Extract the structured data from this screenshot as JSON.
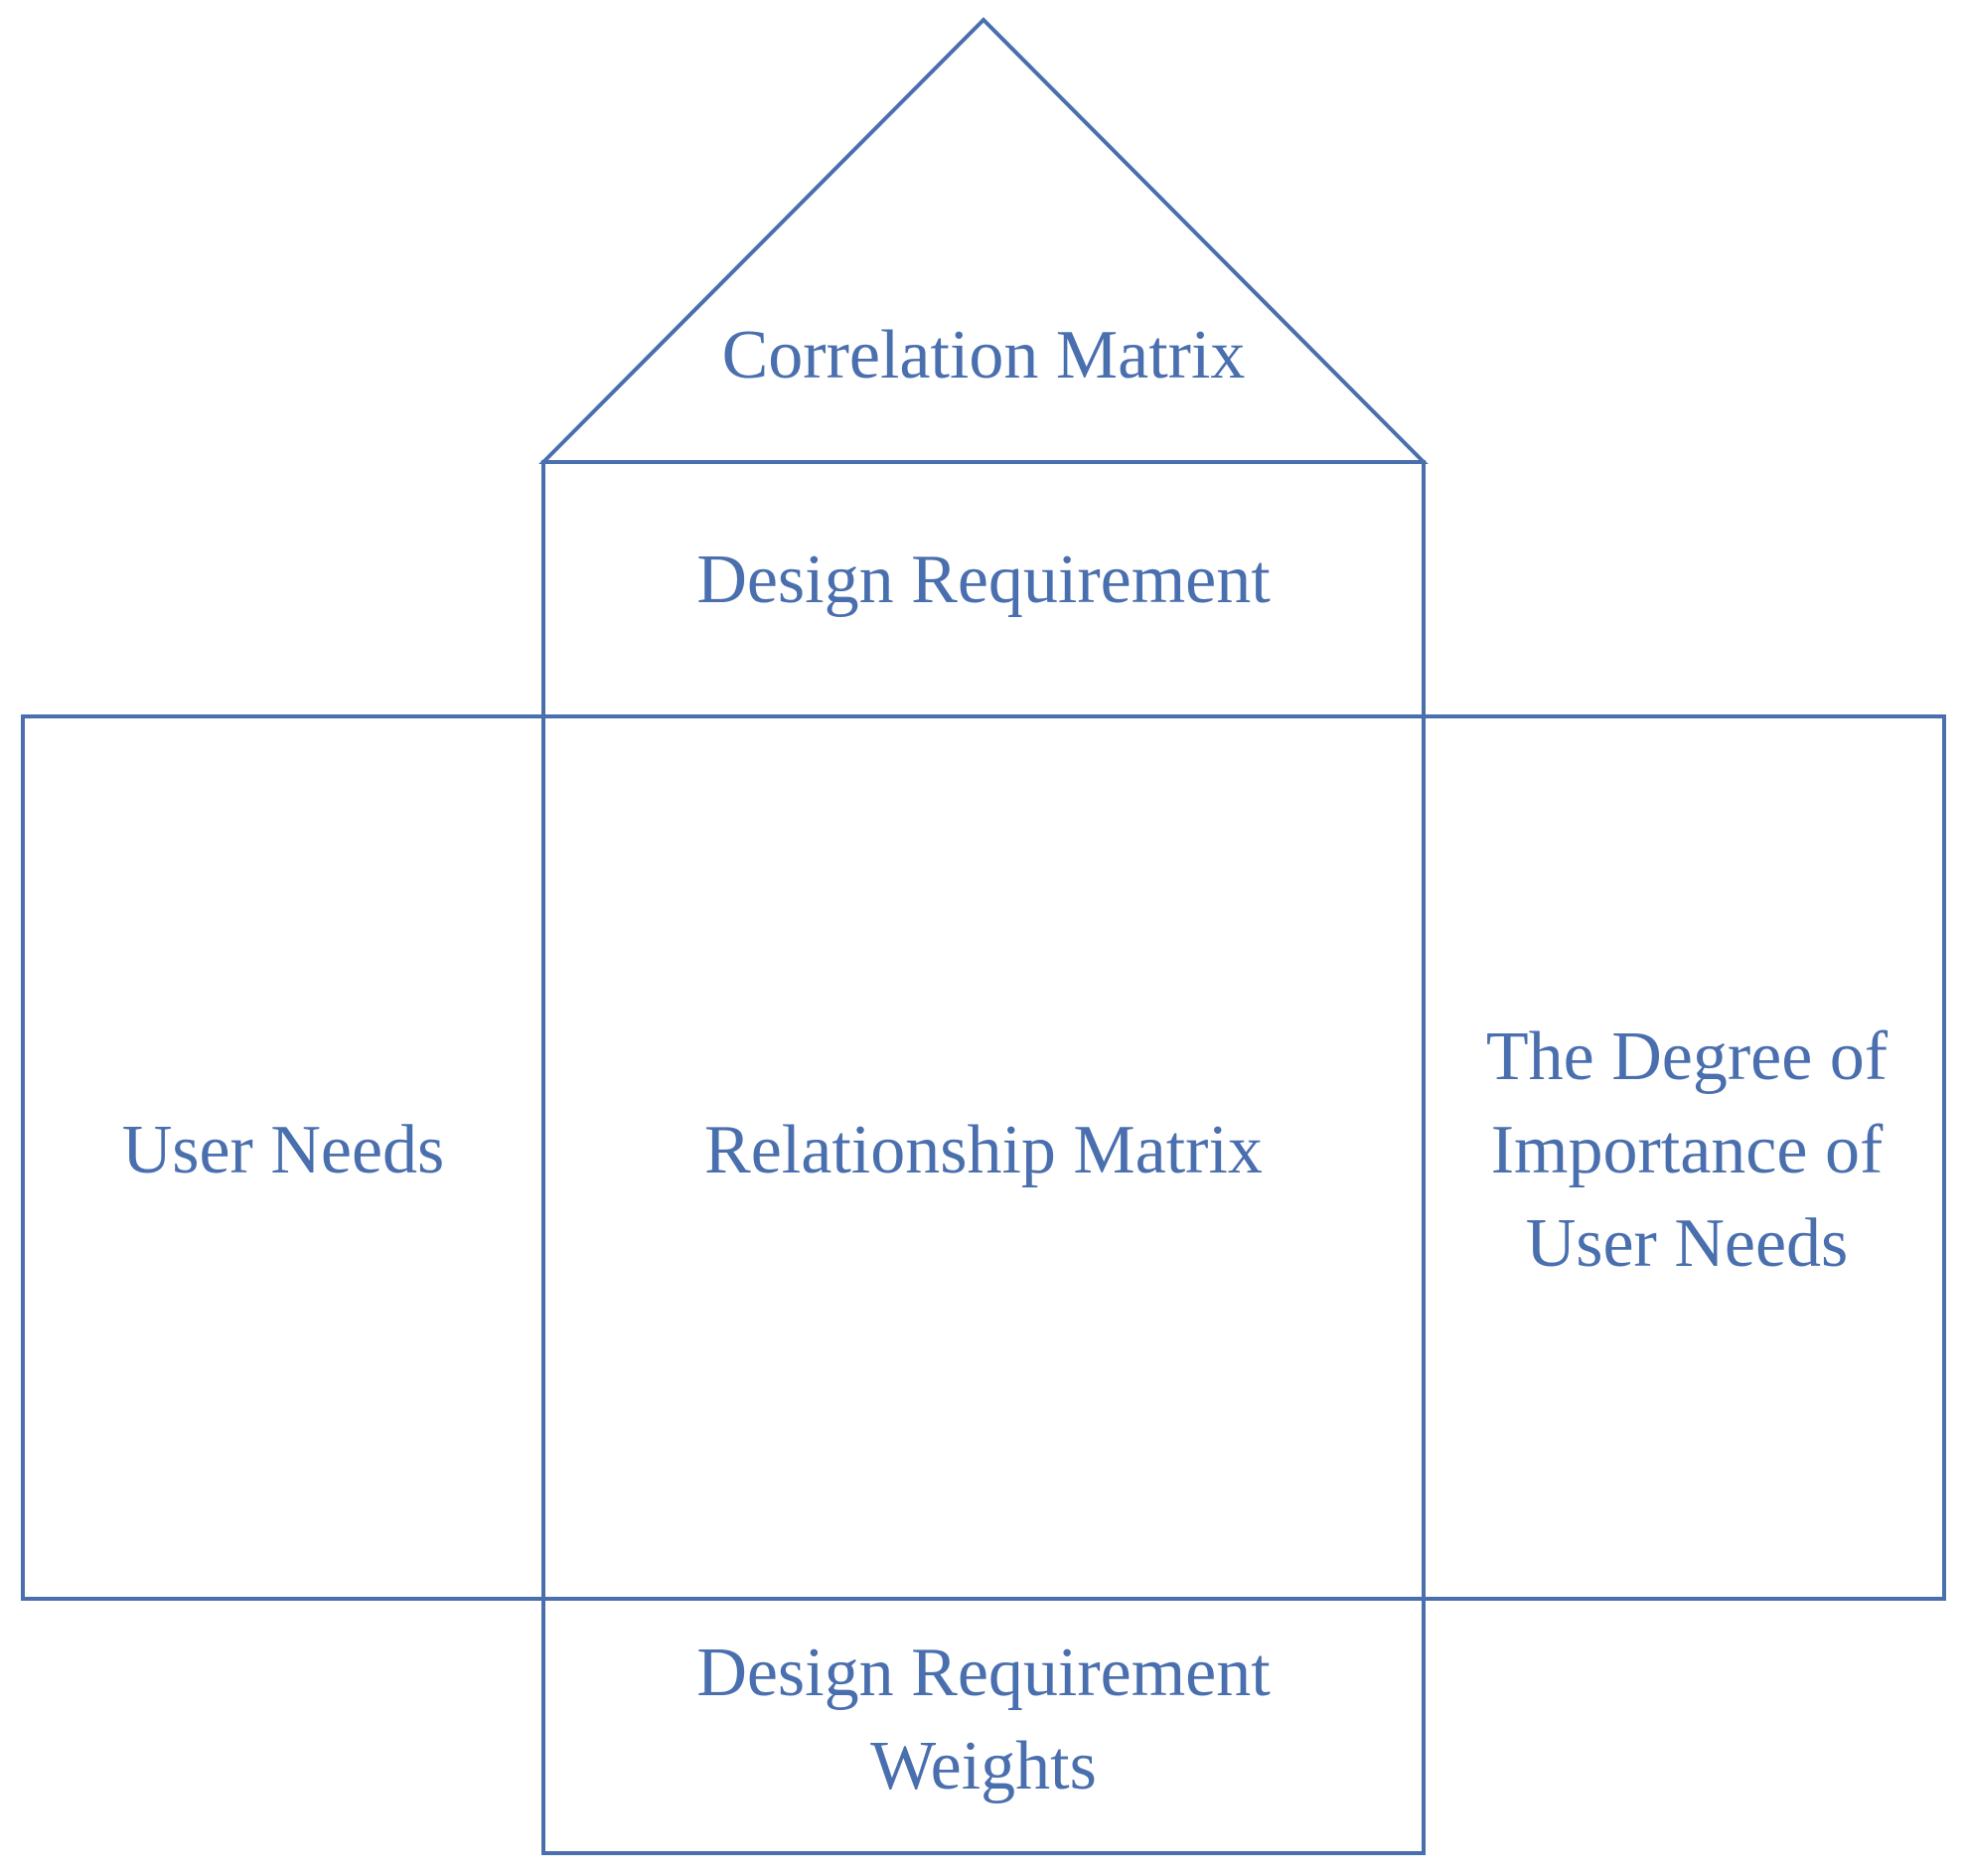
{
  "diagram": {
    "colors": {
      "stroke": "#4a6fae",
      "text": "#4a6fae",
      "background": "#ffffff"
    },
    "roof": {
      "label": "Correlation Matrix"
    },
    "ceiling": {
      "label": "Design Requirement"
    },
    "left_wall": {
      "label": "User Needs"
    },
    "center": {
      "label": "Relationship Matrix"
    },
    "right_wall": {
      "lines": [
        "The Degree of",
        "Importance of",
        "User Needs"
      ]
    },
    "basement": {
      "lines": [
        "Design Requirement",
        "Weights"
      ]
    }
  }
}
